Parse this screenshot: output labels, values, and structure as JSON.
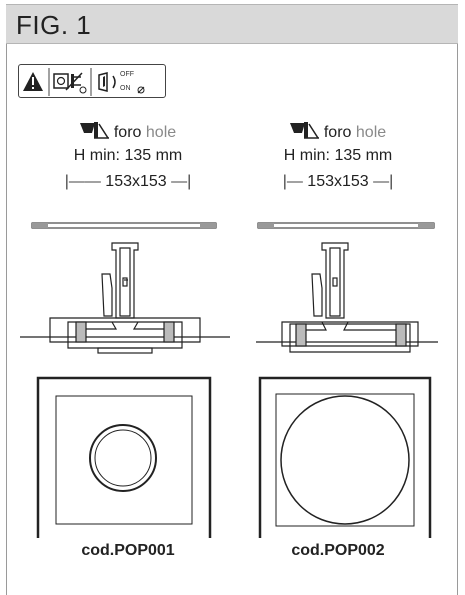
{
  "header": {
    "title": "FIG. 1"
  },
  "warning": {
    "icons": [
      "warning-triangle-icon",
      "power-plug-icon",
      "switch-icon"
    ],
    "off_label": "OFF",
    "on_label": "ON"
  },
  "left": {
    "hole_it": "foro",
    "hole_en": "hole",
    "hmin": "H min: 135 mm",
    "dim_left": "|—— ",
    "dimension": "153x153",
    "dim_right": " —|",
    "code": "cod.POP001"
  },
  "right": {
    "hole_it": "foro",
    "hole_en": "hole",
    "hmin": "H min: 135 mm",
    "dim_left": "|— ",
    "dimension": "153x153",
    "dim_right": " —|",
    "code": "cod.POP002"
  },
  "colors": {
    "header_bg": "#d9d9d9",
    "line": "#222222",
    "muted": "#8a8a8a"
  }
}
